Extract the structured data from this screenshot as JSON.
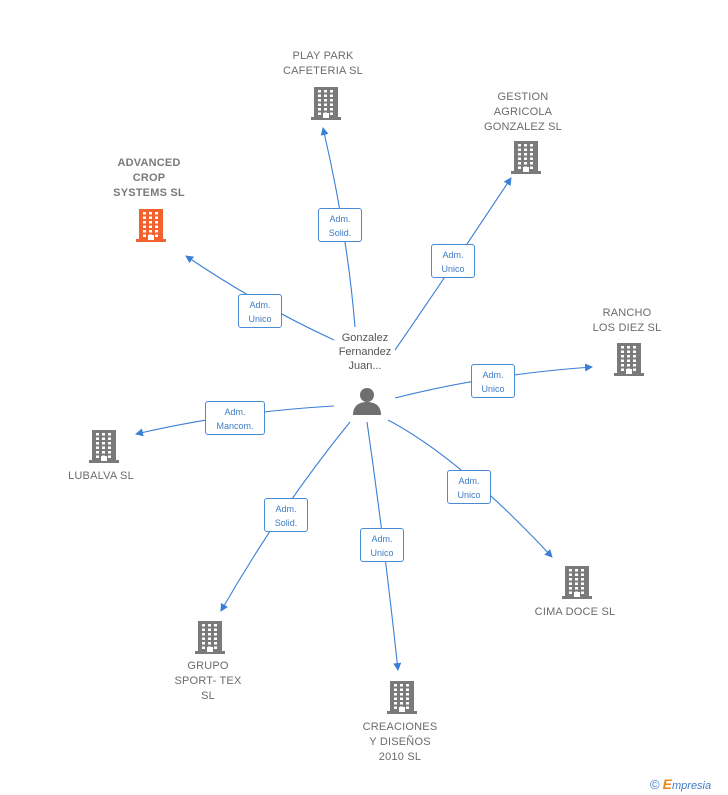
{
  "person": {
    "name": "Gonzalez\nFernandez\nJuan...",
    "icon": "person-icon"
  },
  "companies": [
    {
      "id": "play-park",
      "name": "PLAY PARK\nCAFETERIA  SL",
      "highlight": false
    },
    {
      "id": "gestion-agricola",
      "name": "GESTION\nAGRICOLA\nGONZALEZ SL",
      "highlight": false
    },
    {
      "id": "advanced-crop",
      "name": "ADVANCED\nCROP\nSYSTEMS  SL",
      "highlight": true
    },
    {
      "id": "rancho-los-diez",
      "name": "RANCHO\nLOS DIEZ  SL",
      "highlight": false
    },
    {
      "id": "lubalva",
      "name": "LUBALVA  SL",
      "highlight": false
    },
    {
      "id": "cima-doce",
      "name": "CIMA DOCE SL",
      "highlight": false
    },
    {
      "id": "grupo-sport-tex",
      "name": "GRUPO\nSPORT- TEX\nSL",
      "highlight": false
    },
    {
      "id": "creaciones",
      "name": "CREACIONES\nY DISEÑOS\n2010 SL",
      "highlight": false
    }
  ],
  "roles": [
    {
      "target": "play-park",
      "label": "Adm.\nSolid."
    },
    {
      "target": "gestion-agricola",
      "label": "Adm.\nUnico"
    },
    {
      "target": "advanced-crop",
      "label": "Adm.\nUnico"
    },
    {
      "target": "rancho-los-diez",
      "label": "Adm.\nUnico"
    },
    {
      "target": "lubalva",
      "label": "Adm.\nMancom."
    },
    {
      "target": "cima-doce",
      "label": "Adm.\nUnico"
    },
    {
      "target": "grupo-sport-tex",
      "label": "Adm.\nSolid."
    },
    {
      "target": "creaciones",
      "label": "Adm.\nUnico"
    }
  ],
  "colors": {
    "edge": "#3a7fd5",
    "building": "#7a7a7a",
    "building_highlight": "#f2622e"
  },
  "footer": {
    "copyright": "©",
    "brand_initial": "E",
    "brand_rest": "mpresia"
  }
}
